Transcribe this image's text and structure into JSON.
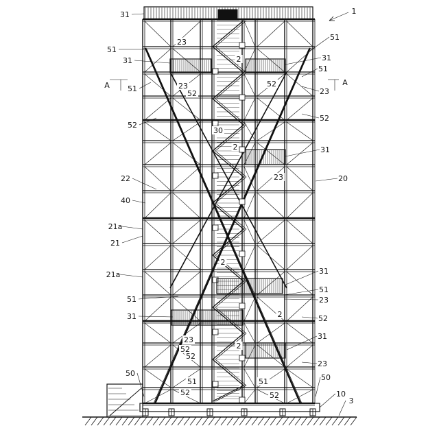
{
  "figure": {
    "callouts": {
      "fig_ref": "1",
      "ground": "3",
      "base": "10",
      "tower": "20",
      "column": "21",
      "column_part": "21a",
      "beam": "22",
      "platform": "23",
      "stair": "2",
      "stair_flight": "30",
      "handrail": "31",
      "brace": "40",
      "base_plate": "50",
      "brace_upper": "51",
      "brace_lower": "52",
      "section_mark": "A"
    }
  }
}
